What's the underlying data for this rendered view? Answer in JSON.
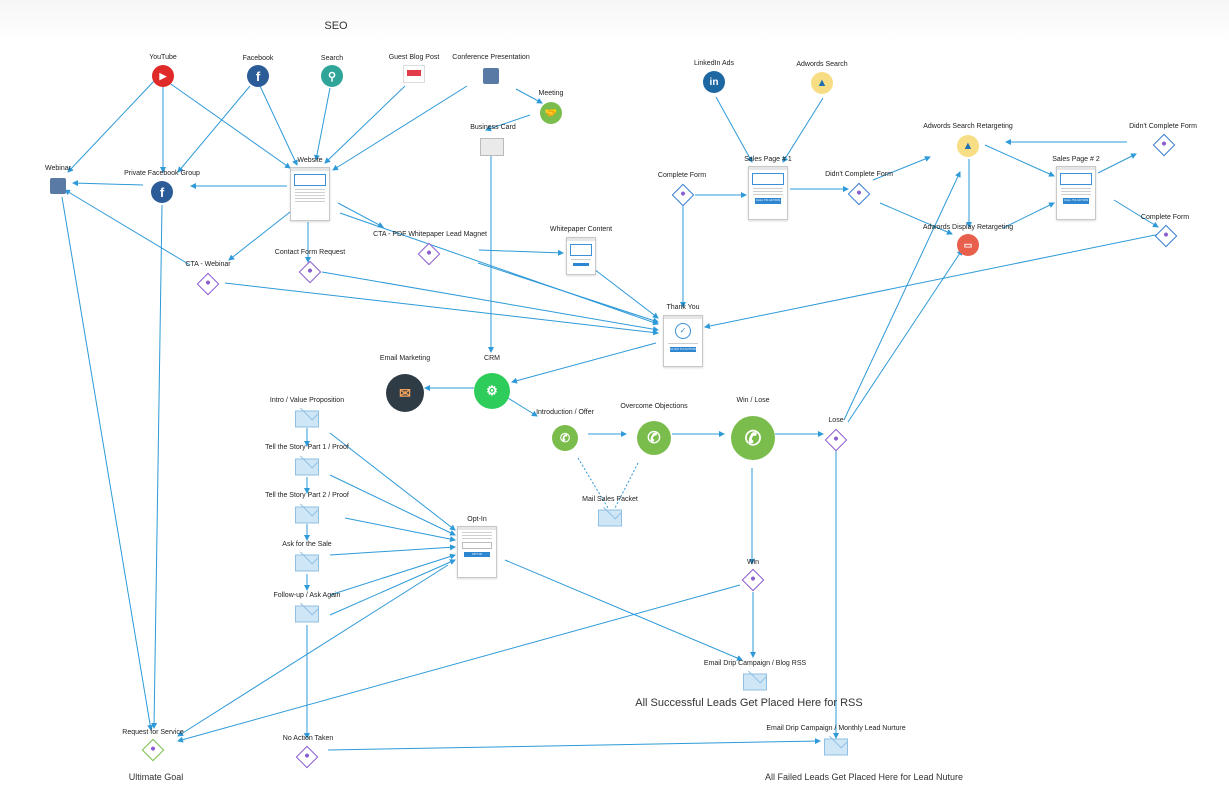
{
  "header": {
    "title": "SEO"
  },
  "nodes": {
    "youtube": "YouTube",
    "facebook": "Facebook",
    "search": "Search",
    "guest_blog_post": "Guest Blog Post",
    "conference_presentation": "Conference Presentation",
    "meeting": "Meeting",
    "business_card": "Business Card",
    "linkedin_ads": "LinkedIn Ads",
    "adwords_search": "Adwords Search",
    "webinar": "Webinar",
    "private_facebook_group": "Private Facebook Group",
    "website": "Website",
    "cta_webinar": "CTA - Webinar",
    "contact_form_request": "Contact Form Request",
    "cta_pdf": "CTA - PDF Whitepaper Lead Magnet",
    "whitepaper_content": "Whitepaper Content",
    "complete_form_1": "Complete Form",
    "sales_page_1": "Sales Page # 1",
    "didnt_complete_form_1": "Didn't Complete Form",
    "adwords_search_retargeting": "Adwords Search Retargeting",
    "adwords_display_retargeting": "Adwords Display Retargeting",
    "sales_page_2": "Sales Page # 2",
    "didnt_complete_form_2": "Didn't Complete Form",
    "complete_form_2": "Complete Form",
    "thank_you": "Thank You",
    "email_marketing": "Email Marketing",
    "crm": "CRM",
    "intro_offer": "Introduction / Offer",
    "overcome_objections": "Overcome Objections",
    "win_lose": "Win / Lose",
    "lose": "Lose",
    "mail_sales_packet": "Mail Sales Packet",
    "win": "Win",
    "intro_value": "Intro / Value Proposition",
    "story_1": "Tell the Story Part 1 / Proof",
    "story_2": "Tell the Story Part 2 / Proof",
    "ask_sale": "Ask for the Sale",
    "follow_up": "Follow-up / Ask Again",
    "opt_in": "Opt-In",
    "email_drip_blog": "Email Drip Campaign / Blog RSS",
    "request_for_service": "Request for Service",
    "no_action_taken": "No Action Taken",
    "email_drip_nurture": "Email Drip Campaign / Monthly Lead Nurture"
  },
  "captions": {
    "successful": "All Successful Leads Get Placed Here for RSS",
    "ultimate_goal": "Ultimate Goal",
    "failed": "All Failed Leads Get Placed Here for Lead Nuture"
  },
  "page_buttons": {
    "sales_1": "CALL TO ACTION",
    "sales_2": "CALL TO ACTION",
    "thank_you": "CLICK TO ACTION",
    "opt_in": "OPT-IN"
  },
  "colors": {
    "link": "#2e9ad8",
    "youtube": "#e02a2a",
    "facebook": "#2b5c98",
    "search": "#2fa59a",
    "linkedin": "#1d67a3",
    "adwords": "#f7de84",
    "phone": "#7bbd4c",
    "crm": "#2ecc5a",
    "email_marketing": "#2f3b45",
    "diamond": "#8c5fd0"
  }
}
